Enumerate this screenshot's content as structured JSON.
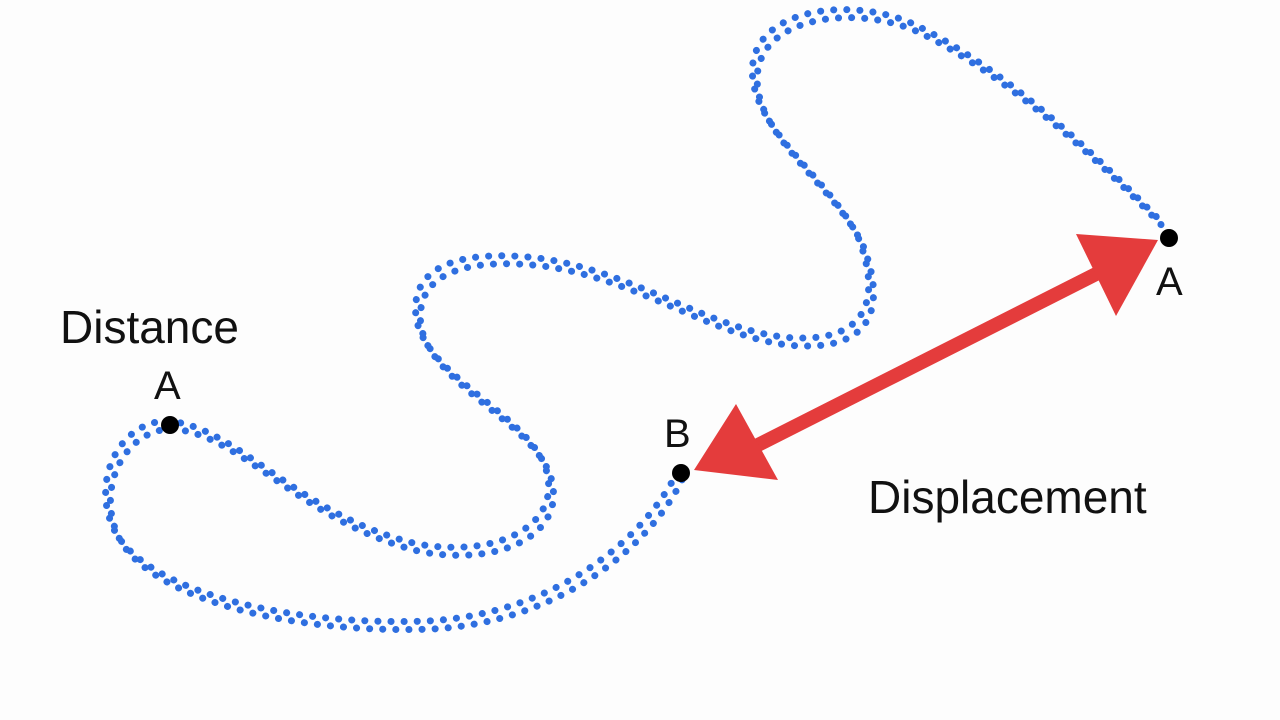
{
  "labels": {
    "distance": "Distance",
    "displacement": "Displacement",
    "start_point_a": "A",
    "end_point_b": "B",
    "end_point_a": "A"
  },
  "colors": {
    "path_dots": "#2f6fe0",
    "arrow": "#e43c3c",
    "points": "#000000",
    "text": "#111111",
    "background": "#fdfdfd"
  }
}
